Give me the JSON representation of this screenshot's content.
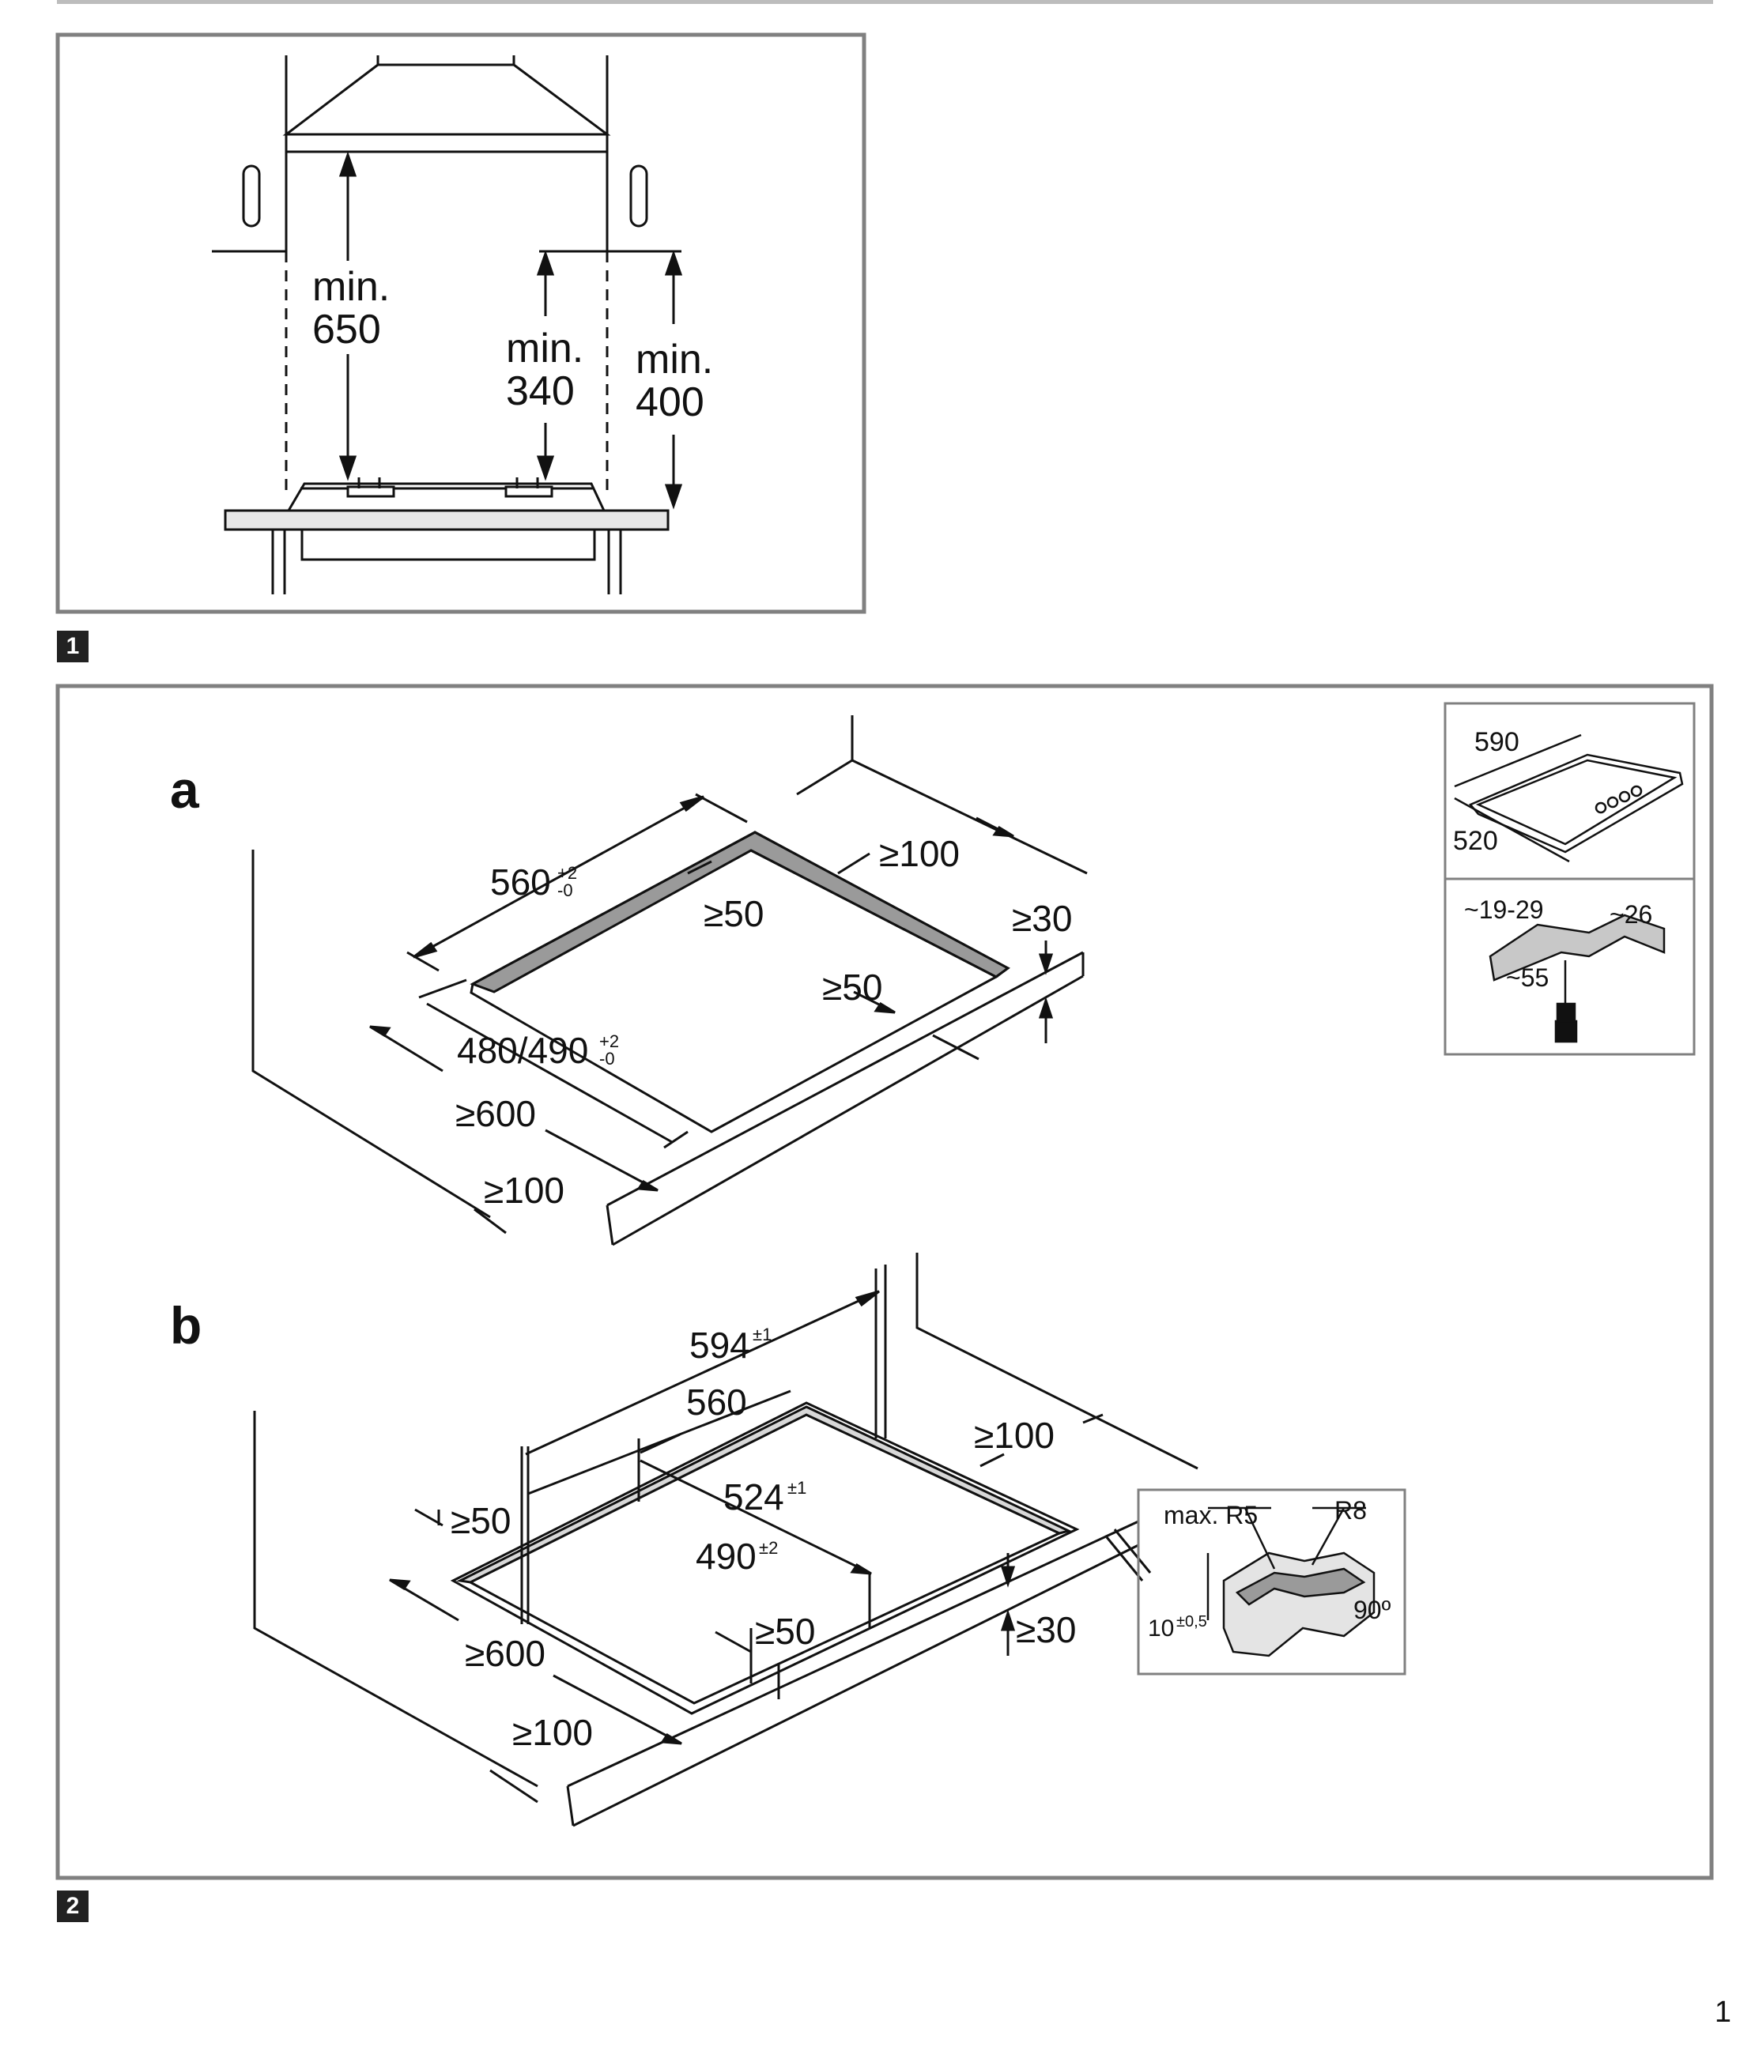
{
  "figure1": {
    "badge": "1",
    "labels": {
      "hood_min_word": "min.",
      "hood_min_value": "650",
      "side_min_word": "min.",
      "side_min_value": "340",
      "cabinet_min_word": "min.",
      "cabinet_min_value": "400"
    }
  },
  "figure2": {
    "badge": "2",
    "panel_a": {
      "letter": "a",
      "cutout_width": "560",
      "cutout_width_tol_top": "+2",
      "cutout_width_tol_bottom": "-0",
      "cutout_depth": "480/490",
      "cutout_depth_tol_top": "+2",
      "cutout_depth_tol_bottom": "-0",
      "back_clearance": "≥100",
      "inner_margin_1": "≥50",
      "inner_margin_2": "≥50",
      "worktop_thickness": "≥30",
      "front_width": "≥600",
      "front_clearance": "≥100"
    },
    "panel_b": {
      "letter": "b",
      "outer_width": "594",
      "outer_width_tol": "±1",
      "cutout_width": "560",
      "inner_width": "524",
      "inner_width_tol": "±1",
      "inner_depth": "490",
      "inner_depth_tol": "±2",
      "left_margin": "≥50",
      "back_clearance": "≥100",
      "front_margin": "≥50",
      "worktop_thickness": "≥30",
      "front_width": "≥600",
      "front_clearance": "≥100"
    },
    "inset_top": {
      "width": "590",
      "depth": "520"
    },
    "inset_middle": {
      "left": "~19-29",
      "right": "~26",
      "bottom": "~55"
    },
    "inset_detail": {
      "max_radius": "max. R5",
      "radius": "R8",
      "depth": "10",
      "depth_tol": "±0,5",
      "angle": "90º"
    }
  },
  "page": {
    "number": "1"
  },
  "colors": {
    "line": "#111111",
    "frame": "#808080",
    "rebate_fill": "#9a9a9a",
    "light_fill": "#d8d8d8"
  }
}
